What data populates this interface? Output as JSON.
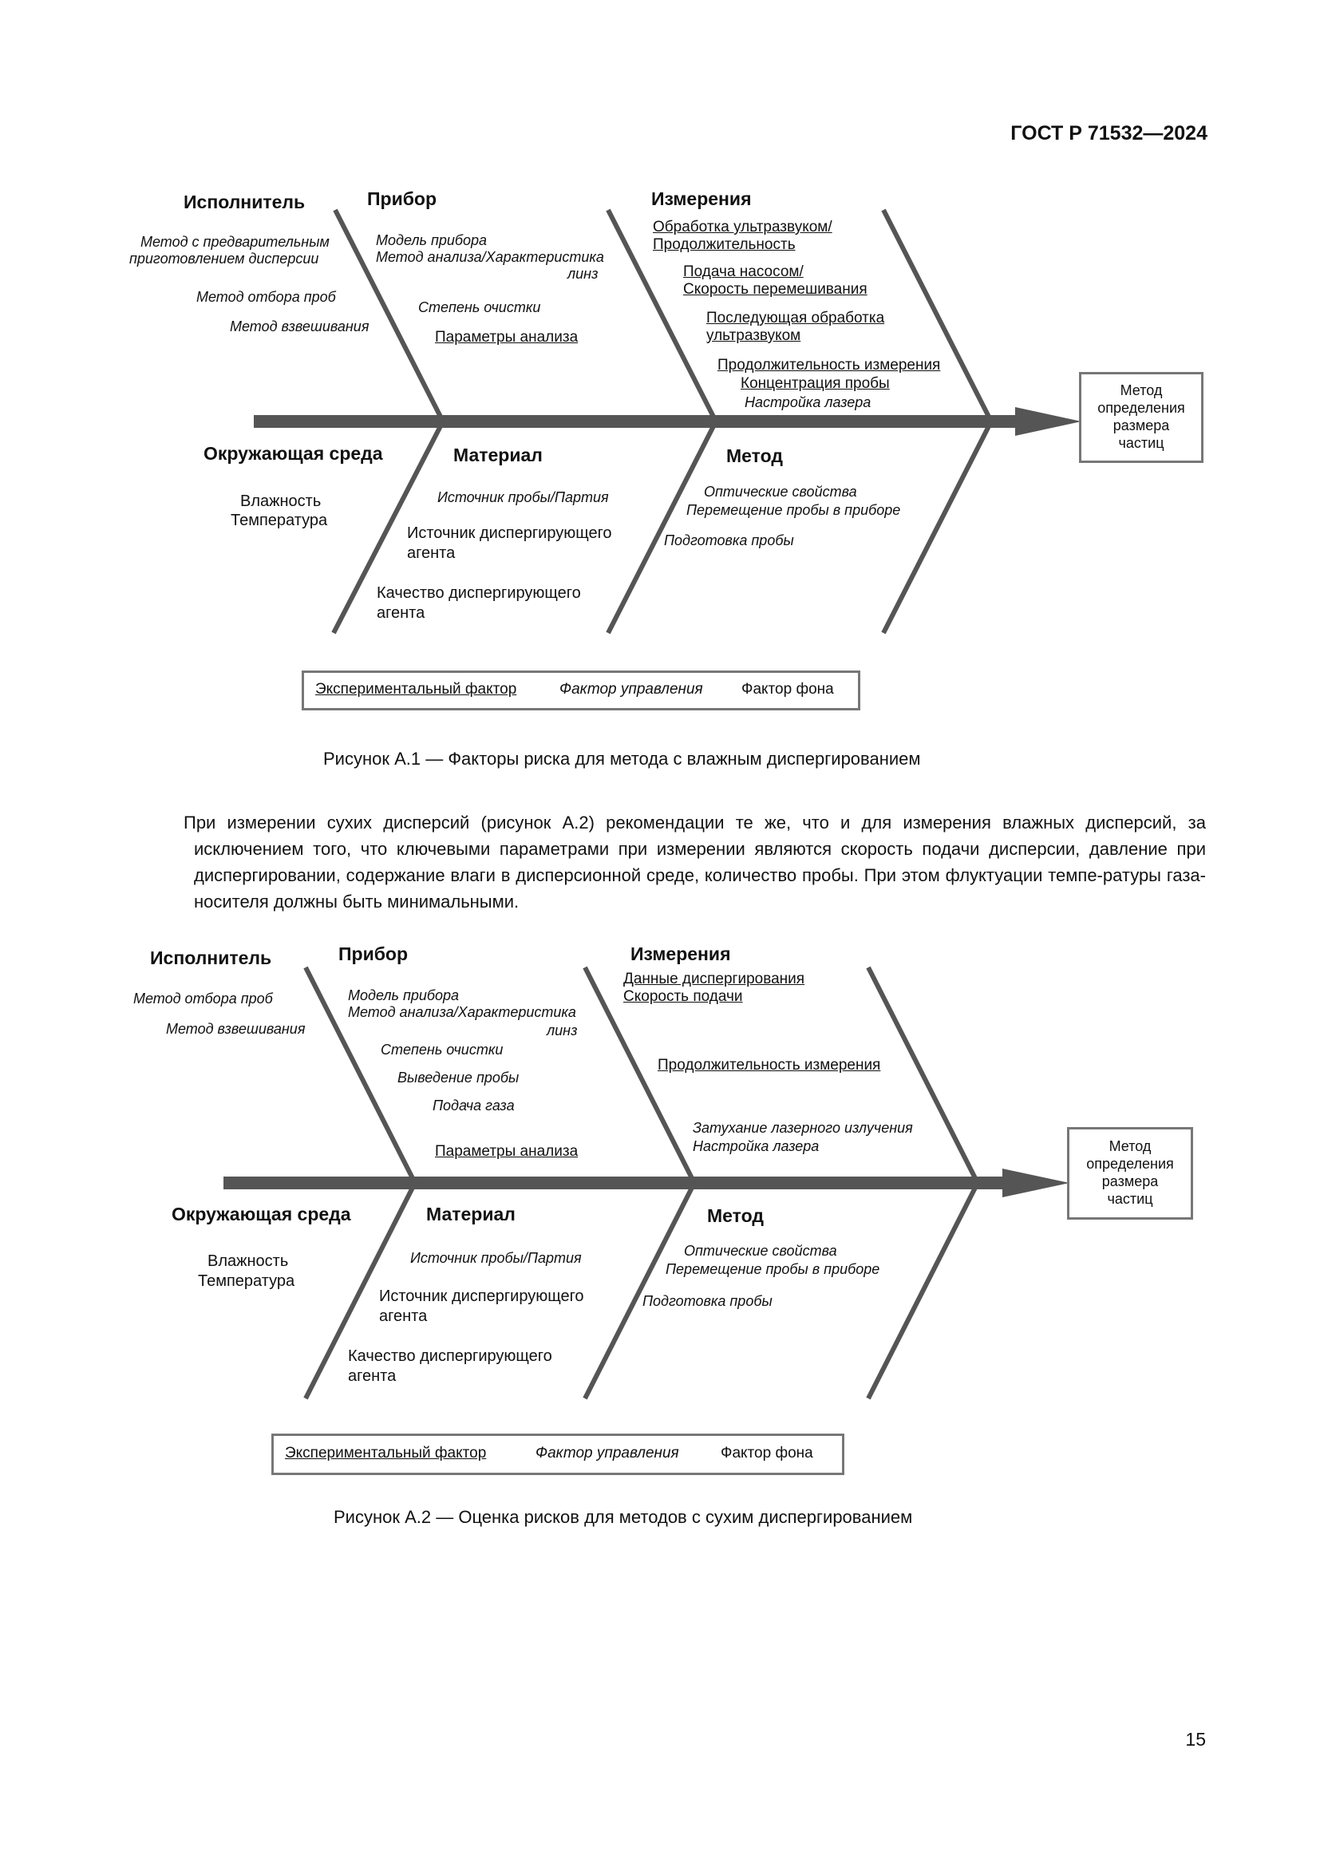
{
  "header": {
    "standard": "ГОСТ Р 71532—2024"
  },
  "figure1": {
    "categories": {
      "performer": "Исполнитель",
      "instrument": "Прибор",
      "measurement": "Измерения",
      "environment": "Окружающая среда",
      "material": "Материал",
      "method": "Метод"
    },
    "performer_items": [
      "Метод с предварительным",
      "приготовлением дисперсии",
      "Метод отбора проб",
      "Метод взвешивания"
    ],
    "instrument_items": [
      "Модель прибора",
      "Метод анализа/Характеристика",
      "линз",
      "Степень очистки",
      "Параметры анализа"
    ],
    "measurement_items": [
      "Обработка ультразвуком/",
      "Продолжительность",
      "Подача насосом/",
      "Скорость перемешивания",
      "Последующая обработка",
      "ультразвуком",
      "Продолжительность измерения",
      "Концентрация пробы",
      "Настройка лазера"
    ],
    "environment_items": [
      "Влажность",
      "Температура"
    ],
    "material_items": [
      "Источник пробы/Партия",
      "Источник диспергирующего",
      "агента",
      "Качество диспергирующего",
      "агента"
    ],
    "method_items": [
      "Оптические свойства",
      "Перемещение пробы в приборе",
      "Подготовка пробы"
    ],
    "effect": [
      "Метод",
      "определения",
      "размера",
      "частиц"
    ],
    "legend": {
      "experimental": "Экспериментальный фактор",
      "control": "Фактор управления",
      "background": "Фактор фона"
    },
    "caption": "Рисунок А.1 — Факторы риска для метода с влажным диспергированием"
  },
  "paragraph": "При измерении сухих дисперсий (рисунок А.2) рекомендации те же, что и для измерения влажных дисперсий, за исключением того, что ключевыми параметрами при измерении являются скорость подачи дисперсии, давление при диспергировании, содержание влаги в дисперсионной среде, количество пробы. При этом флуктуации темпе-ратуры газа-носителя должны быть минимальными.",
  "figure2": {
    "categories": {
      "performer": "Исполнитель",
      "instrument": "Прибор",
      "measurement": "Измерения",
      "environment": "Окружающая среда",
      "material": "Материал",
      "method": "Метод"
    },
    "performer_items": [
      "Метод отбора проб",
      "Метод взвешивания"
    ],
    "instrument_items": [
      "Модель прибора",
      "Метод анализа/Характеристика",
      "линз",
      "Степень очистки",
      "Выведение пробы",
      "Подача газа",
      "Параметры анализа"
    ],
    "measurement_items": [
      "Данные диспергирования",
      "Скорость подачи",
      "Продолжительность измерения",
      "Затухание лазерного излучения",
      "Настройка лазера"
    ],
    "environment_items": [
      "Влажность",
      "Температура"
    ],
    "material_items": [
      "Источник пробы/Партия",
      "Источник диспергирующего",
      "агента",
      "Качество диспергирующего",
      "агента"
    ],
    "method_items": [
      "Оптические свойства",
      "Перемещение пробы в приборе",
      "Подготовка пробы"
    ],
    "effect": [
      "Метод",
      "определения",
      "размера",
      "частиц"
    ],
    "legend": {
      "experimental": "Экспериментальный фактор",
      "control": "Фактор управления",
      "background": "Фактор фона"
    },
    "caption": "Рисунок А.2 — Оценка рисков для методов с сухим диспергированием"
  },
  "footer": {
    "page_number": "15"
  }
}
